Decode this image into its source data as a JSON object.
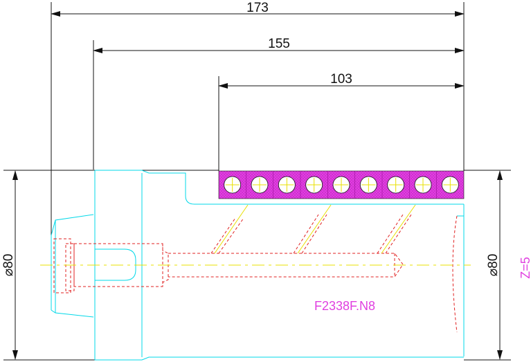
{
  "dimensions": {
    "overall_length": "173",
    "length_155": "155",
    "insert_length": "103",
    "left_diameter": "⌀80",
    "right_diameter": "⌀80"
  },
  "annotations": {
    "part_number": "F2338F.N8",
    "teeth_count": "Z=5"
  },
  "colors": {
    "dimension_lines": "#111111",
    "body_outline": "#00d8e8",
    "hidden_lines": "#e02020",
    "centerline": "#e8e000",
    "insert_fill": "#e040e0",
    "labels": "#e040e0"
  },
  "insert": {
    "hole_count": 9
  }
}
